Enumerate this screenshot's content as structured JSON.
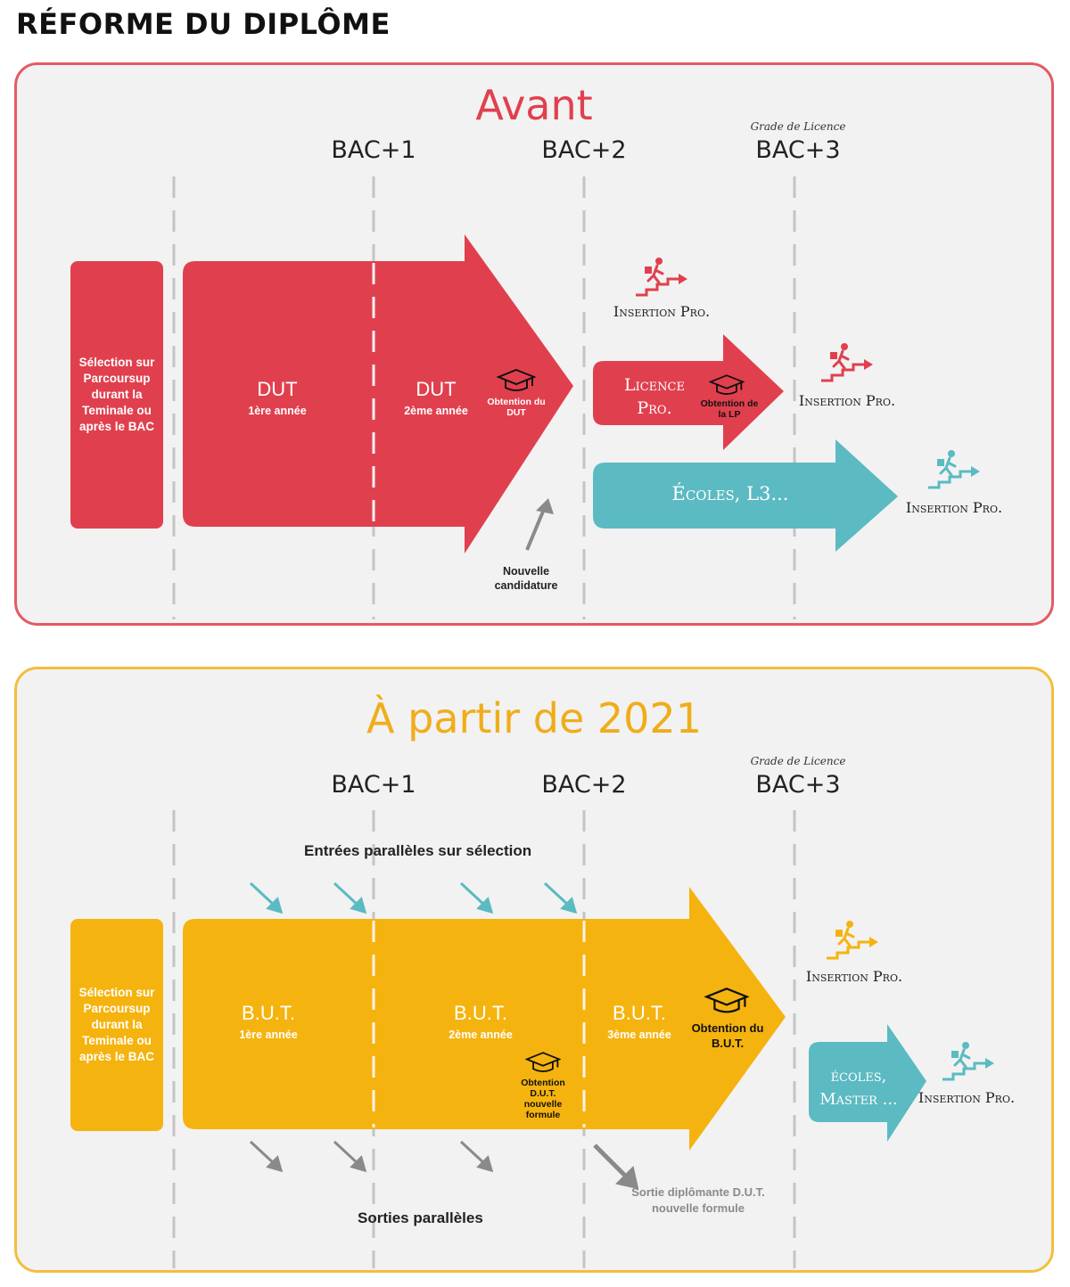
{
  "title": "RÉFORME DU DIPLÔME",
  "colors": {
    "red": "#e0404e",
    "yellow": "#f5b30f",
    "teal": "#5bbac2",
    "red_border": "#e55a64",
    "yellow_border": "#f3be3c",
    "panel_bg": "#f2f2f2"
  },
  "avant": {
    "heading": "Avant",
    "columns": [
      "BAC+1",
      "BAC+2",
      "BAC+3"
    ],
    "grade_note": "Grade de Licence",
    "selection": "Sélection sur Parcoursup durant la Teminale ou après le BAC",
    "dut1": {
      "title": "DUT",
      "sub": "1ère année"
    },
    "dut2": {
      "title": "DUT",
      "sub": "2ème année"
    },
    "obtention_dut": "Obtention du DUT",
    "licence_pro": "Licence Pro.",
    "obtention_lp": "Obtention de la LP",
    "ecoles": "Écoles, L3...",
    "insertion": "Insertion Pro.",
    "nouvelle_candidature": "Nouvelle candidature"
  },
  "apres": {
    "heading": "À partir de 2021",
    "columns": [
      "BAC+1",
      "BAC+2",
      "BAC+3"
    ],
    "grade_note": "Grade de Licence",
    "entrees": "Entrées parallèles sur sélection",
    "selection": "Sélection sur Parcoursup durant la Teminale ou après le BAC",
    "but1": {
      "title": "B.U.T.",
      "sub": "1ère année"
    },
    "but2": {
      "title": "B.U.T.",
      "sub": "2ème année"
    },
    "but3": {
      "title": "B.U.T.",
      "sub": "3ème année"
    },
    "obtention_dut_nf": "Obtention D.U.T. nouvelle formule",
    "obtention_but": "Obtention du B.U.T.",
    "ecoles_master": "écoles, Master ...",
    "insertion": "Insertion Pro.",
    "sortie_diplomante": "Sortie diplômante D.U.T. nouvelle formule",
    "sorties": "Sorties parallèles"
  }
}
